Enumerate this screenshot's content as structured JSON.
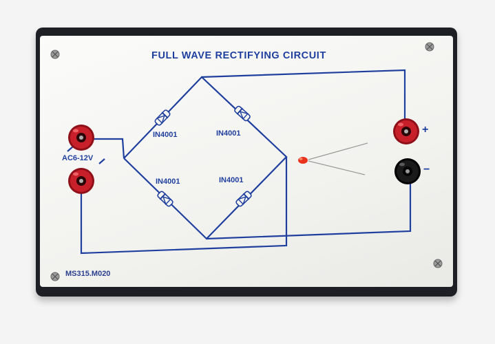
{
  "board": {
    "title": "FULL WAVE RECTIFYING CIRCUIT",
    "input_label": "AC6-12V",
    "model_number": "MS315.M020",
    "plus_sign": "+",
    "minus_sign": "−",
    "diodes": [
      {
        "label": "IN4001"
      },
      {
        "label": "IN4001"
      },
      {
        "label": "IN4001"
      },
      {
        "label": "IN4001"
      }
    ]
  },
  "colors": {
    "trace": "#1f3f9e",
    "red_terminal": "#c8202a",
    "black_terminal": "#1a1a1a",
    "led": "#e8321e",
    "case": "#1d1f24"
  }
}
